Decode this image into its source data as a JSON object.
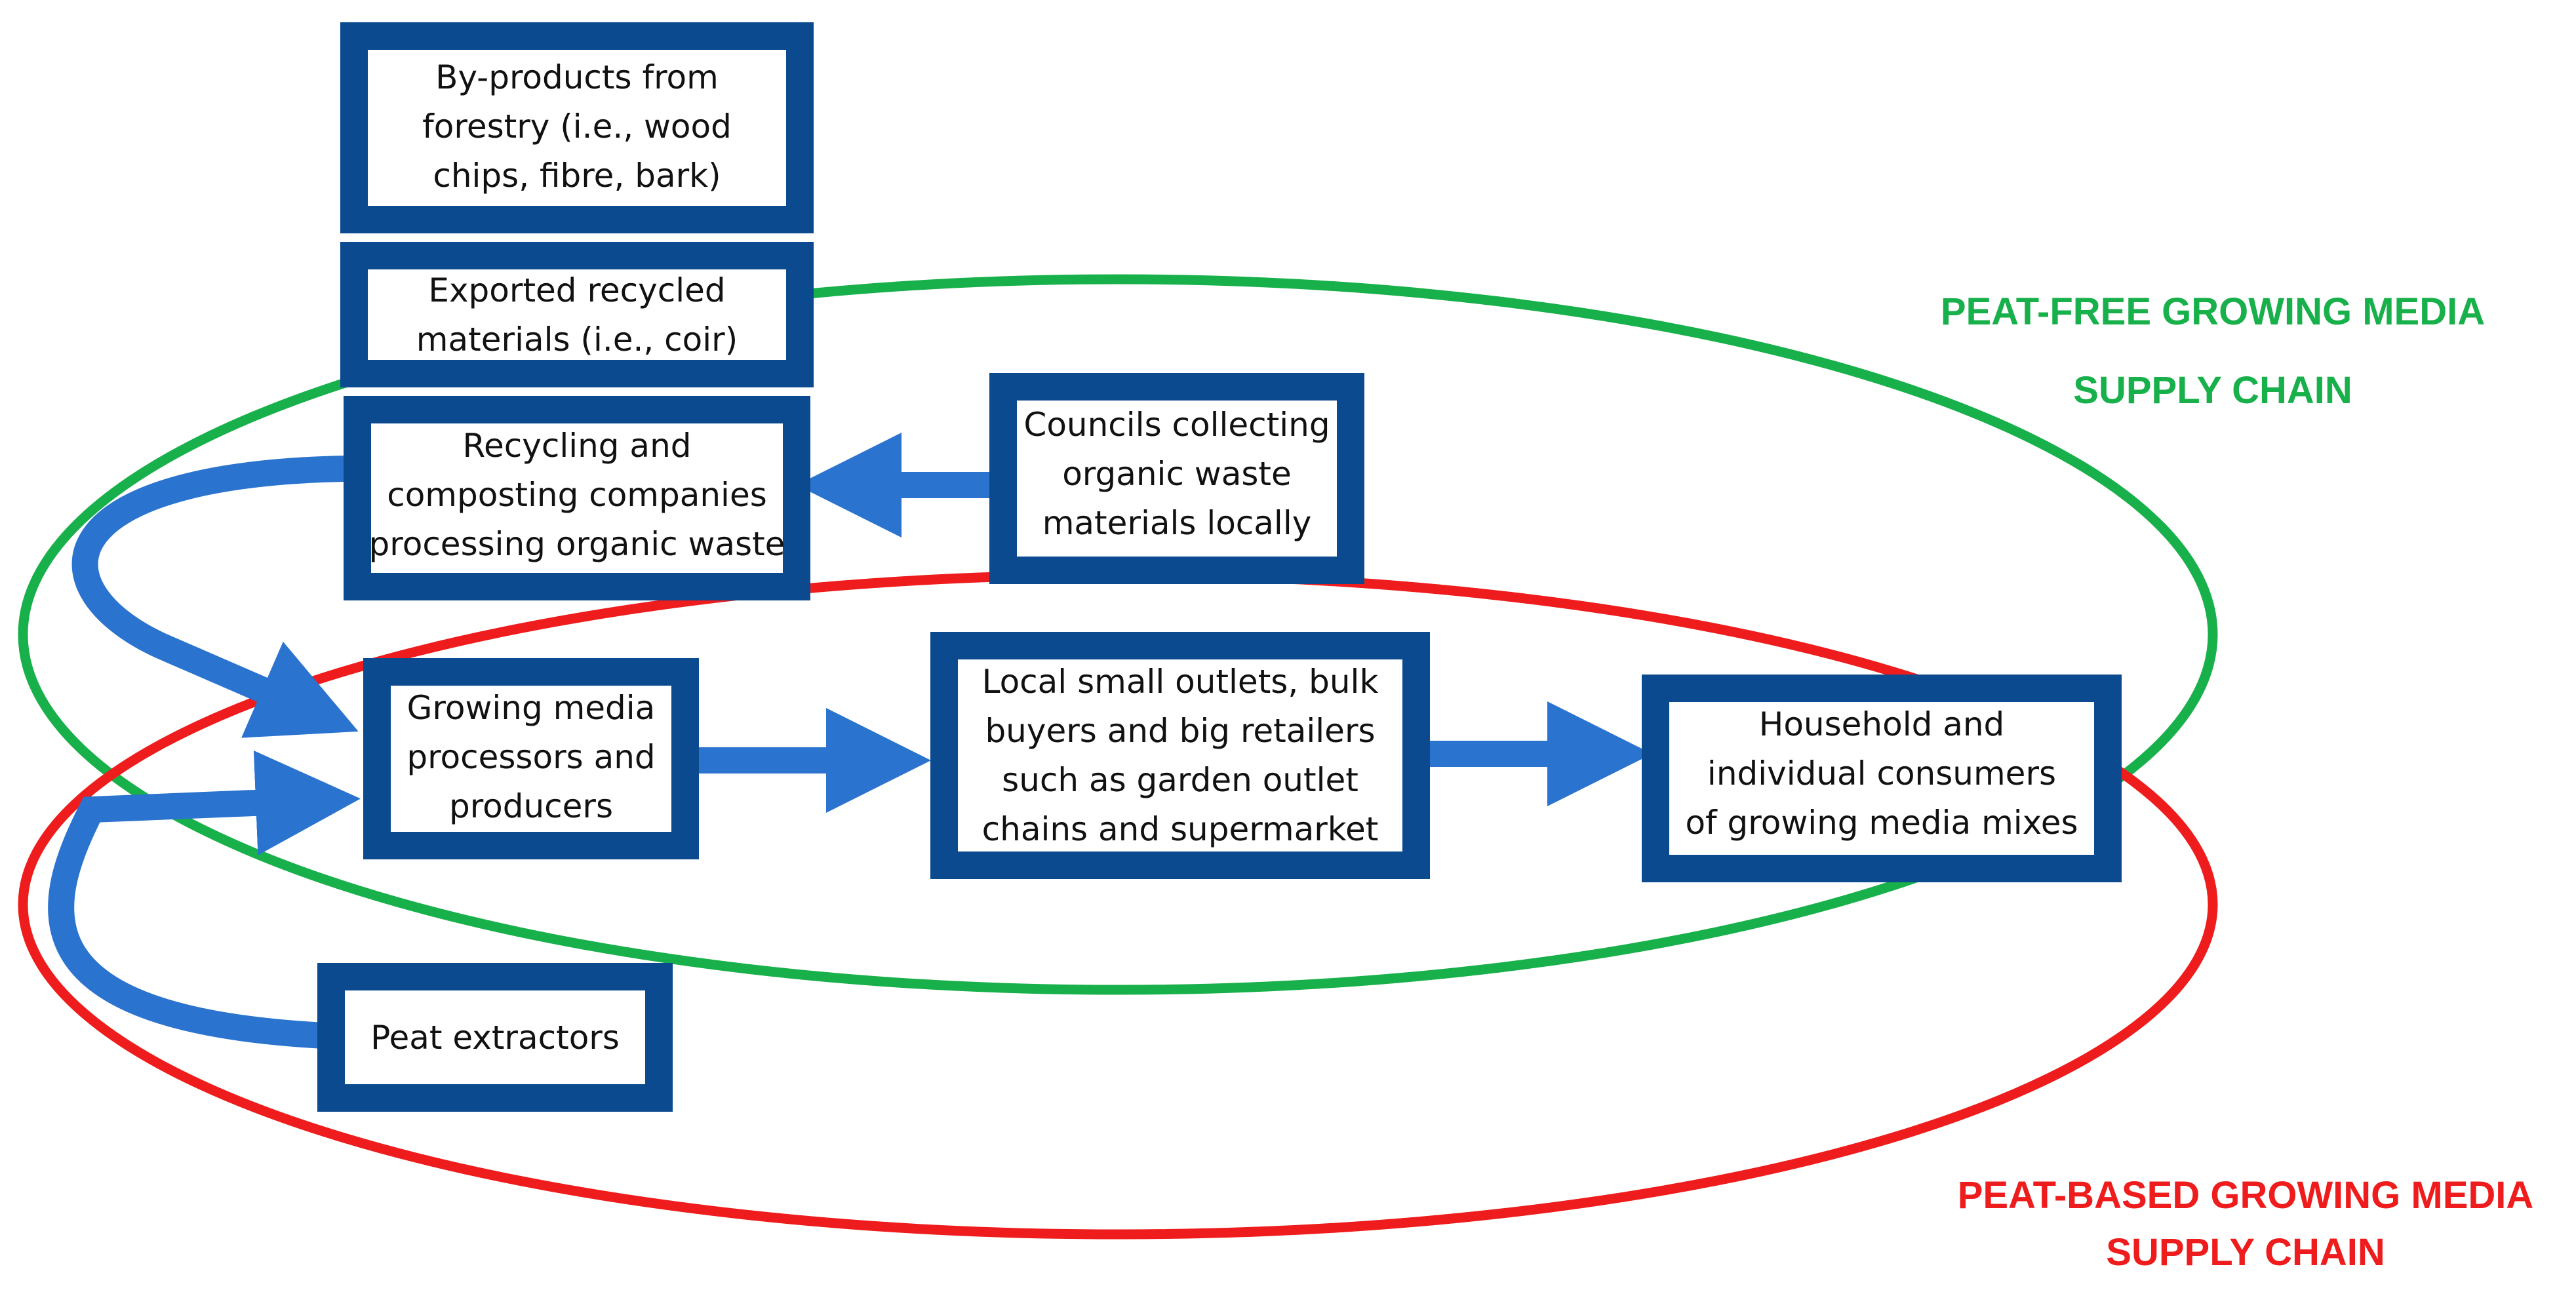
{
  "nodes": {
    "forestry": [
      "By-products from",
      "forestry (i.e., wood",
      "chips, fibre, bark)"
    ],
    "coir": [
      "Exported recycled",
      "materials (i.e., coir)"
    ],
    "recycling": [
      "Recycling and",
      "composting companies",
      "processing organic waste"
    ],
    "councils": [
      "Councils collecting",
      "organic waste",
      "materials locally"
    ],
    "processors": [
      "Growing media",
      "processors and",
      "producers"
    ],
    "retailers": [
      "Local small outlets, bulk",
      "buyers and big retailers",
      "such as garden outlet",
      "chains and supermarket"
    ],
    "consumers": [
      "Household and",
      "individual consumers",
      "of growing media mixes"
    ],
    "peat": [
      "Peat  extractors"
    ]
  },
  "chains": {
    "peat_free": [
      "PEAT-FREE GROWING MEDIA",
      "SUPPLY CHAIN"
    ],
    "peat_based": [
      "PEAT-BASED GROWING MEDIA",
      "SUPPLY CHAIN"
    ]
  },
  "colors": {
    "box_border": "#0b4a8f",
    "arrow": "#2a73cf",
    "peat_free": "#18b04a",
    "peat_based": "#ee1c1c"
  }
}
